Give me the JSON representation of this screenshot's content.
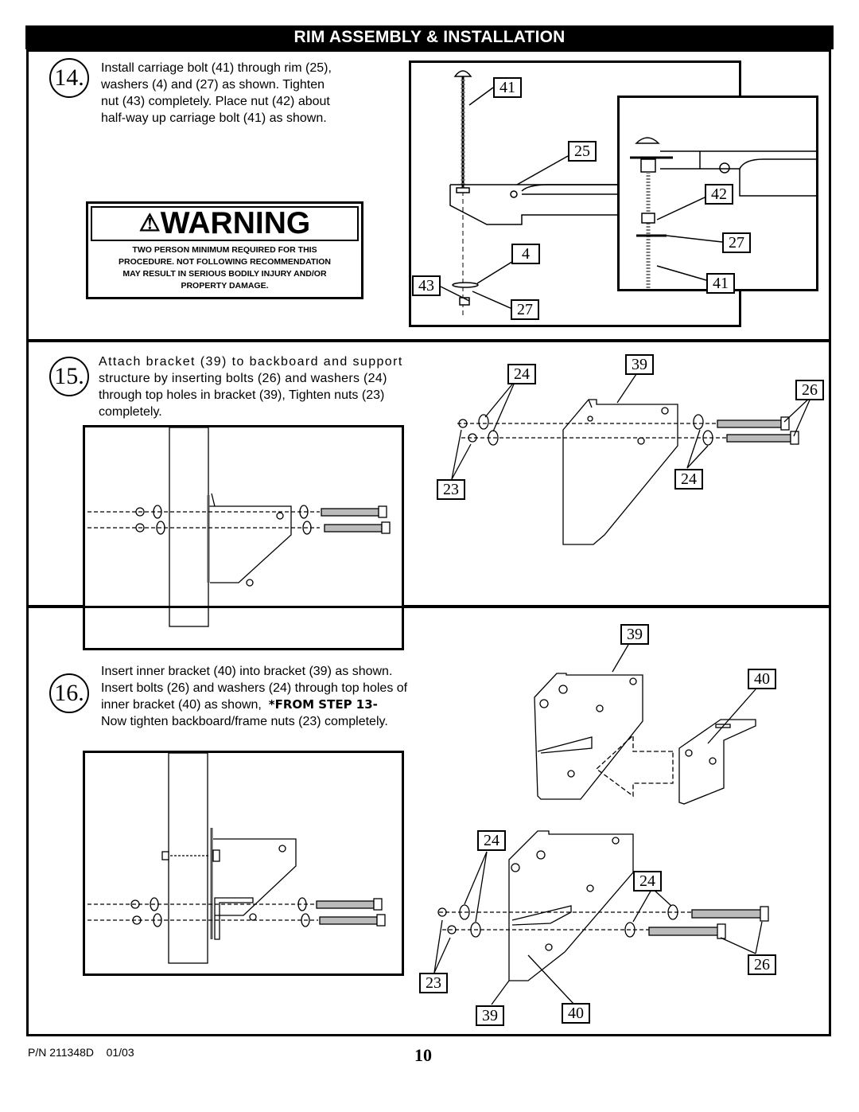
{
  "header": {
    "title": "RIM ASSEMBLY & INSTALLATION"
  },
  "step14": {
    "number": "14.",
    "lines": [
      "Install carriage bolt (41) through rim (25),",
      "washers (4) and (27) as shown. Tighten",
      "nut (43) completely.  Place nut (42) about",
      "half-way up carriage bolt (41) as shown."
    ],
    "warning": {
      "heading": "WARNING",
      "icon": "warning-triangle-icon",
      "lines": [
        "TWO PERSON MINIMUM REQUIRED FOR THIS",
        "PROCEDURE. NOT FOLLOWING RECOMMENDATION",
        "MAY RESULT IN SERIOUS BODILY INJURY AND/OR",
        "PROPERTY DAMAGE."
      ]
    },
    "callouts": [
      "41",
      "25",
      "42",
      "27",
      "4",
      "41",
      "43",
      "27"
    ]
  },
  "step15": {
    "number": "15.",
    "lines": [
      "Attach bracket (39) to backboard and support",
      "structure by inserting bolts (26) and washers (24)",
      "through top holes in bracket (39), Tighten nuts (23)",
      "completely."
    ],
    "callouts": [
      "24",
      "39",
      "26",
      "23",
      "24"
    ]
  },
  "step16": {
    "number": "16.",
    "lines": [
      "Insert inner bracket (40) into bracket (39) as shown.",
      "Insert bolts (26) and washers (24) through top holes of"
    ],
    "line3_prefix": "inner bracket (40) as shown,  ",
    "line3_bold": "*FROM STEP 13-",
    "line4": "Now tighten backboard/frame nuts (23) completely.",
    "callouts": [
      "39",
      "40",
      "24",
      "24",
      "26",
      "23",
      "39",
      "40"
    ]
  },
  "footer": {
    "part_number": "P/N 211348D    01/03",
    "page": "10"
  }
}
